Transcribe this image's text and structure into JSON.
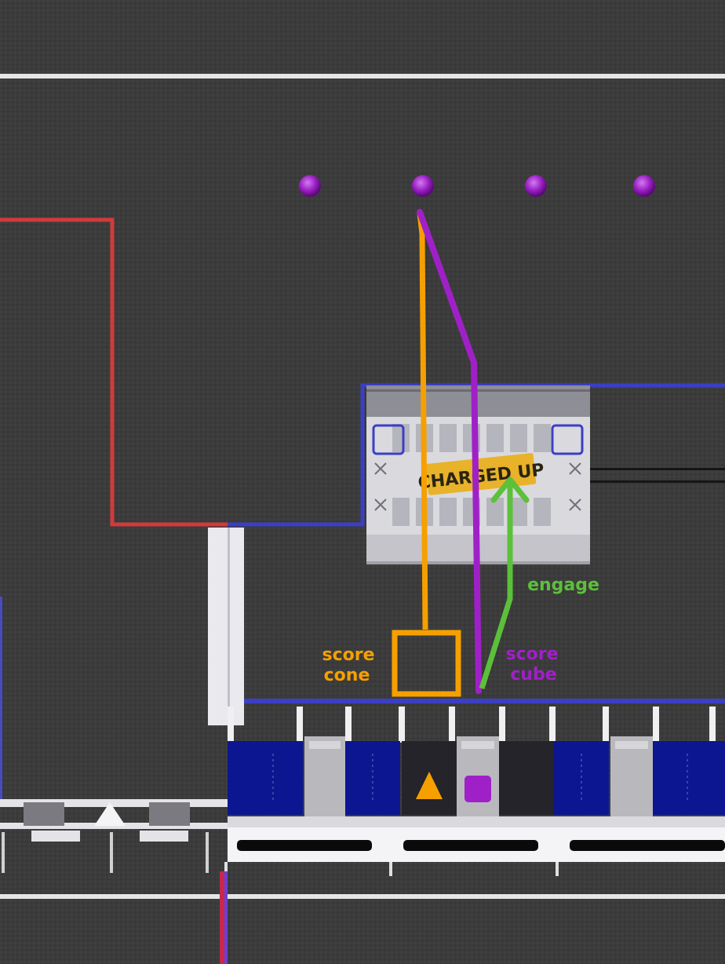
{
  "field": {
    "carpet_color": "#3c3c3c",
    "line_white": "#e8e8e8",
    "line_red": "#d23a3a",
    "line_blue": "#3b3fc4",
    "cube_color": "#a020c8",
    "cone_color": "#f5a000",
    "engage_color": "#5cc03a"
  },
  "charge_station": {
    "logo_text": "CHARGED UP"
  },
  "annotations": {
    "score_cone_line1": "score",
    "score_cone_line2": "cone",
    "score_cube_line1": "score",
    "score_cube_line2": "cube",
    "engage_label": "engage"
  },
  "game_pieces": {
    "staged_cubes": 4,
    "held_cone_icon": "cone-triangle-icon",
    "held_cube_icon": "cube-square-icon"
  }
}
